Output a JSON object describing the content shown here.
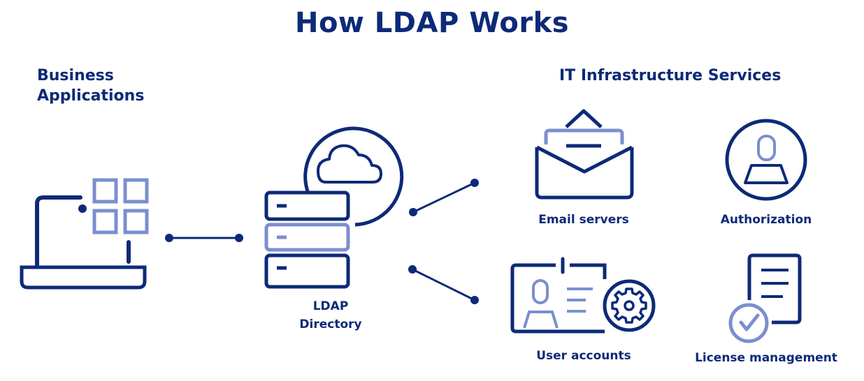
{
  "title": "How LDAP Works",
  "sections": {
    "business": "Business\nApplications",
    "it_services": "IT Infrastructure Services"
  },
  "nodes": {
    "ldap_directory": "LDAP\nDirectory",
    "email_servers": "Email servers",
    "authorization": "Authorization",
    "user_accounts": "User accounts",
    "license_management": "License management"
  },
  "icons": {
    "business_app": "laptop-apps-icon",
    "ldap": "server-cloud-icon",
    "email": "envelope-icon",
    "auth": "user-circle-icon",
    "users": "id-card-gear-icon",
    "license": "document-check-icon"
  },
  "colors": {
    "navy": "#0d2a78",
    "light_blue": "#7b8fcf"
  }
}
